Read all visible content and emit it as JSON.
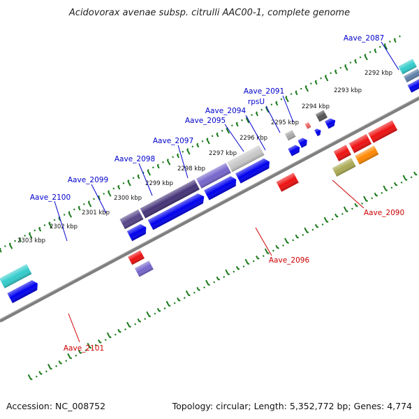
{
  "title": "Acidovorax avenae subsp. citrulli AAC00-1, complete genome",
  "footer": {
    "accession": "Accession: NC_008752",
    "summary": "Topology: circular; Length: 5,352,772 bp; Genes: 4,774"
  },
  "colors": {
    "label_blue": "#0000cc",
    "label_red": "#cc0000",
    "tick_green": "#1a7a1a",
    "backbone": "#808080"
  },
  "kbp_ticks": [
    "2292 kbp",
    "2293 kbp",
    "2294 kbp",
    "2295 kbp",
    "2296 kbp",
    "2297 kbp",
    "2298 kbp",
    "2299 kbp",
    "2300 kbp",
    "2301 kbp",
    "2302 kbp",
    "2303 kbp"
  ],
  "gene_labels": {
    "aave_2087": "Aave_2087",
    "aave_2091": "Aave_2091",
    "rpsu": "rpsU",
    "aave_2094": "Aave_2094",
    "aave_2095": "Aave_2095",
    "aave_2097": "Aave_2097",
    "aave_2098": "Aave_2098",
    "aave_2099": "Aave_2099",
    "aave_2100": "Aave_2100",
    "aave_2090": "Aave_2090",
    "aave_2096": "Aave_2096",
    "aave_2101": "Aave_2101"
  }
}
